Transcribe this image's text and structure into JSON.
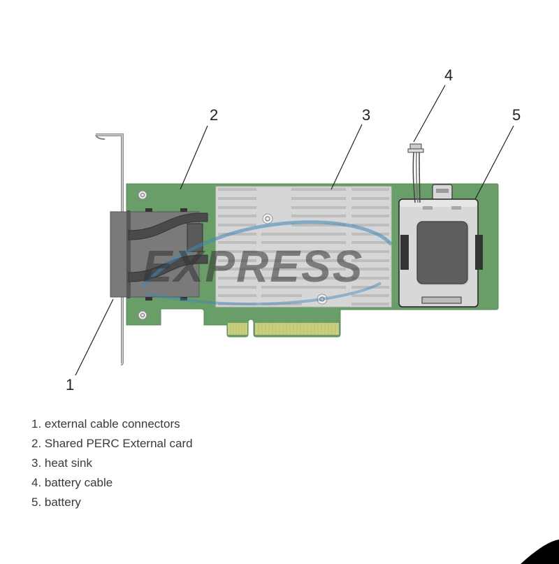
{
  "diagram": {
    "subject": "Shared PERC External card",
    "callouts": [
      {
        "number": "1",
        "target": "external cable connectors"
      },
      {
        "number": "2",
        "target": "Shared PERC External card"
      },
      {
        "number": "3",
        "target": "heat sink"
      },
      {
        "number": "4",
        "target": "battery cable"
      },
      {
        "number": "5",
        "target": "battery"
      }
    ],
    "watermark": "EXPRESS",
    "colors": {
      "pcb_green": "#6a9e68",
      "heatsink": "#d6d6d6",
      "heatsink_fins": "#bdbdbd",
      "connector": "#7a7a7a",
      "connector_dark": "#4a4a4a",
      "gold_fingers": "#c9cf7e",
      "battery_body": "#d8d8d8",
      "battery_cell": "#5e5e5e",
      "bracket": "#bfbfbf",
      "watermark_blue": "#3e86b8"
    }
  },
  "legend": {
    "items": [
      {
        "label": "1. external cable connectors"
      },
      {
        "label": "2. Shared PERC External card"
      },
      {
        "label": "3. heat sink"
      },
      {
        "label": "4. battery cable"
      },
      {
        "label": "5. battery"
      }
    ]
  }
}
